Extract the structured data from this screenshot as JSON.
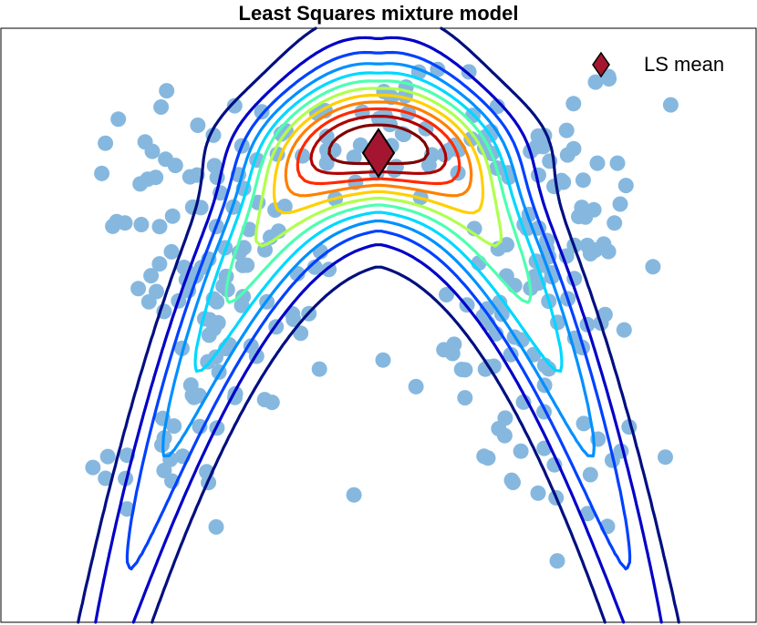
{
  "chart_data": {
    "type": "scatter",
    "title": "Least Squares mixture model",
    "xlabel": "",
    "ylabel": "",
    "xlim": [
      -2.4,
      2.4
    ],
    "ylim": [
      -1.0,
      1.0
    ],
    "grid": false,
    "axis_ticks": false,
    "legend": {
      "placement": "top-right",
      "entries": [
        "LS mean"
      ]
    },
    "colors": {
      "points": "#86b8df",
      "marker": "#a4162f",
      "marker_edge": "#000000",
      "frame": "#000000"
    },
    "contour_colormap": [
      "#000f80",
      "#0000c8",
      "#0040ff",
      "#0090ff",
      "#00d8ff",
      "#4dffb0",
      "#b0ff4d",
      "#ffd000",
      "#ff8000",
      "#ff2a00",
      "#b00000",
      "#800000"
    ],
    "contour_levels": 12,
    "marker": {
      "label": "LS mean",
      "x": 0.0,
      "y": 0.58
    },
    "points": {
      "count": 300,
      "clusters": [
        {
          "cx": -1.05,
          "cy": 0.2,
          "sx": 0.42,
          "sy": 0.26,
          "rot": -0.55,
          "n": 100
        },
        {
          "cx": 1.05,
          "cy": 0.2,
          "sx": 0.42,
          "sy": 0.26,
          "rot": 0.55,
          "n": 100
        },
        {
          "cx": 0.0,
          "cy": 0.62,
          "sx": 0.42,
          "sy": 0.1,
          "rot": 0.0,
          "n": 60
        },
        {
          "cx": -1.3,
          "cy": -0.45,
          "sx": 0.25,
          "sy": 0.22,
          "rot": 0.0,
          "n": 20
        },
        {
          "cx": 1.3,
          "cy": -0.45,
          "sx": 0.25,
          "sy": 0.22,
          "rot": 0.0,
          "n": 20
        }
      ]
    }
  }
}
